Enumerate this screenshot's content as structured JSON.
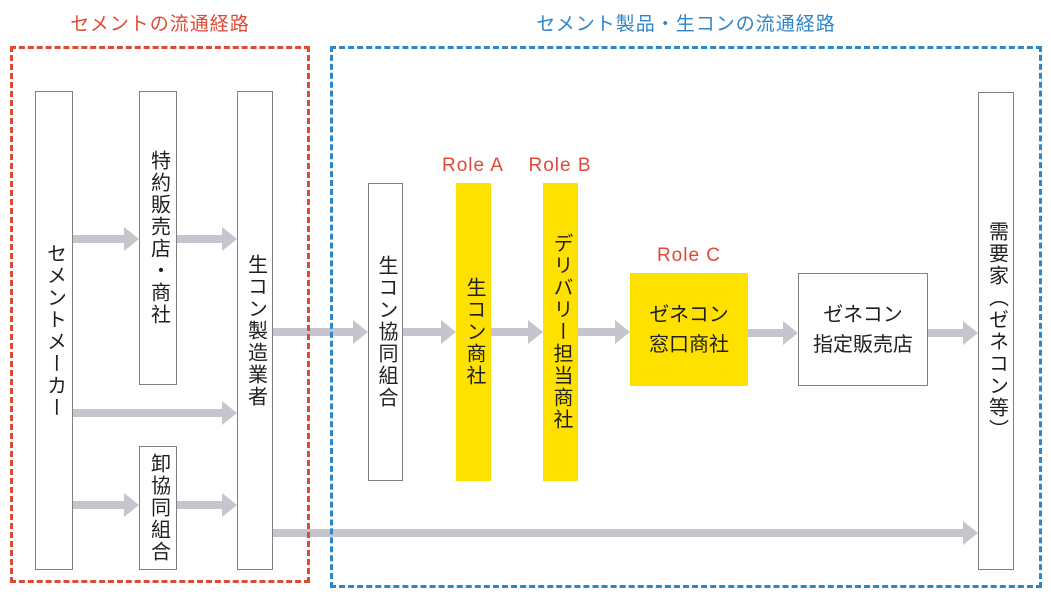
{
  "sections": {
    "cement": {
      "title": "セメントの流通経路",
      "color": "#df4a36"
    },
    "product": {
      "title": "セメント製品・生コンの流通経路",
      "color": "#2e86c9"
    }
  },
  "nodes": [
    {
      "id": "cement-maker",
      "label": "セメントメーカー",
      "highlight": false
    },
    {
      "id": "agency",
      "label": "特約販売店・商社",
      "highlight": false
    },
    {
      "id": "wholesale-coop",
      "label": "卸協同組合",
      "highlight": false
    },
    {
      "id": "namakon-maker",
      "label": "生コン製造業者",
      "highlight": false
    },
    {
      "id": "namakon-coop",
      "label": "生コン協同組合",
      "highlight": false
    },
    {
      "id": "namakon-shosha",
      "label": "生コン商社",
      "highlight": true,
      "role": "Role A"
    },
    {
      "id": "delivery-shosha",
      "label": "デリバリー担当商社",
      "highlight": true,
      "role": "Role B"
    },
    {
      "id": "madoguchi-shosha",
      "label": "ゼネコン\n窓口商社",
      "highlight": true,
      "role": "Role C"
    },
    {
      "id": "shitei-hanbaiten",
      "label": "ゼネコン\n指定販売店",
      "highlight": false
    },
    {
      "id": "consumer",
      "label": "需要家（ゼネコン等）",
      "highlight": false
    }
  ],
  "edges": [
    {
      "from": "cement-maker",
      "to": "agency"
    },
    {
      "from": "agency",
      "to": "namakon-maker"
    },
    {
      "from": "cement-maker",
      "to": "namakon-maker"
    },
    {
      "from": "cement-maker",
      "to": "wholesale-coop"
    },
    {
      "from": "wholesale-coop",
      "to": "namakon-maker"
    },
    {
      "from": "namakon-maker",
      "to": "namakon-coop"
    },
    {
      "from": "namakon-coop",
      "to": "namakon-shosha"
    },
    {
      "from": "namakon-shosha",
      "to": "delivery-shosha"
    },
    {
      "from": "delivery-shosha",
      "to": "madoguchi-shosha"
    },
    {
      "from": "madoguchi-shosha",
      "to": "shitei-hanbaiten"
    },
    {
      "from": "shitei-hanbaiten",
      "to": "consumer"
    },
    {
      "from": "namakon-maker",
      "to": "consumer"
    }
  ],
  "colors": {
    "red": "#df4a36",
    "blue": "#2e86c9",
    "yellow": "#ffe100",
    "arrow": "#c5c5cd",
    "boxborder": "#808080",
    "ink": "#1f1f1f"
  }
}
